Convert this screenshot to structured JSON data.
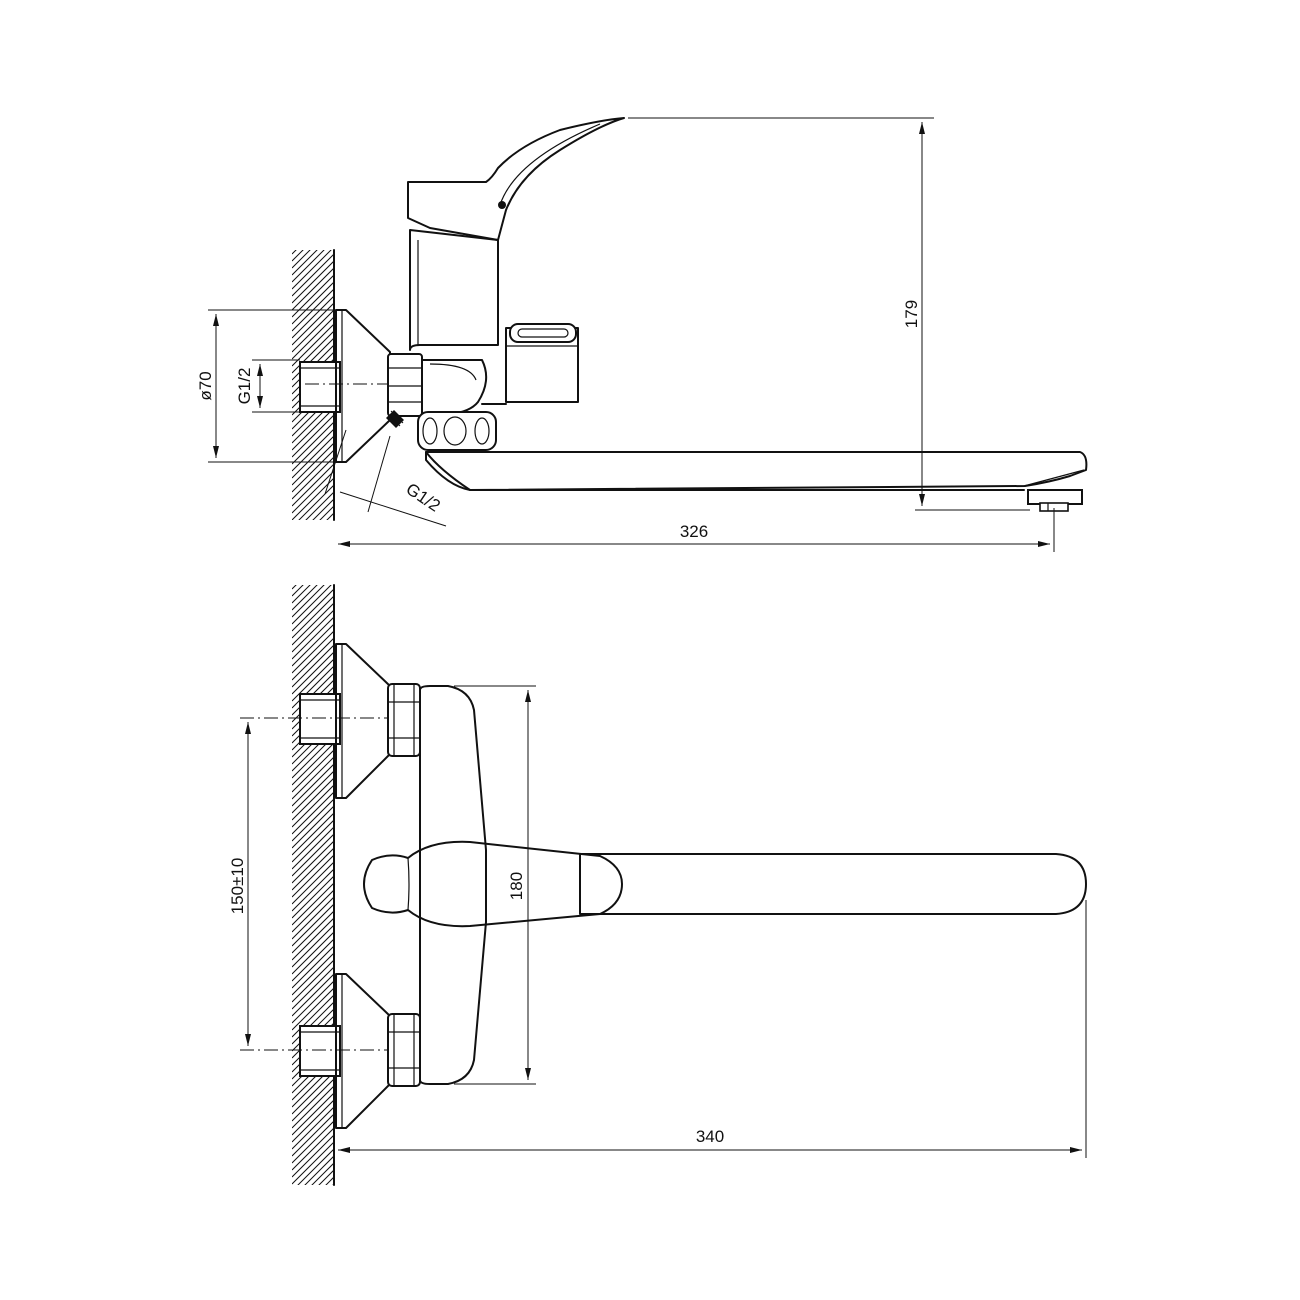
{
  "dimensions": {
    "side_view": {
      "height": "179",
      "flange_diameter": "ø70",
      "inlet_thread": "G1/2",
      "shower_thread": "G1/2",
      "spout_reach": "326"
    },
    "top_view": {
      "inlet_spacing": "150±10",
      "body_length": "180",
      "total_reach": "340"
    }
  }
}
